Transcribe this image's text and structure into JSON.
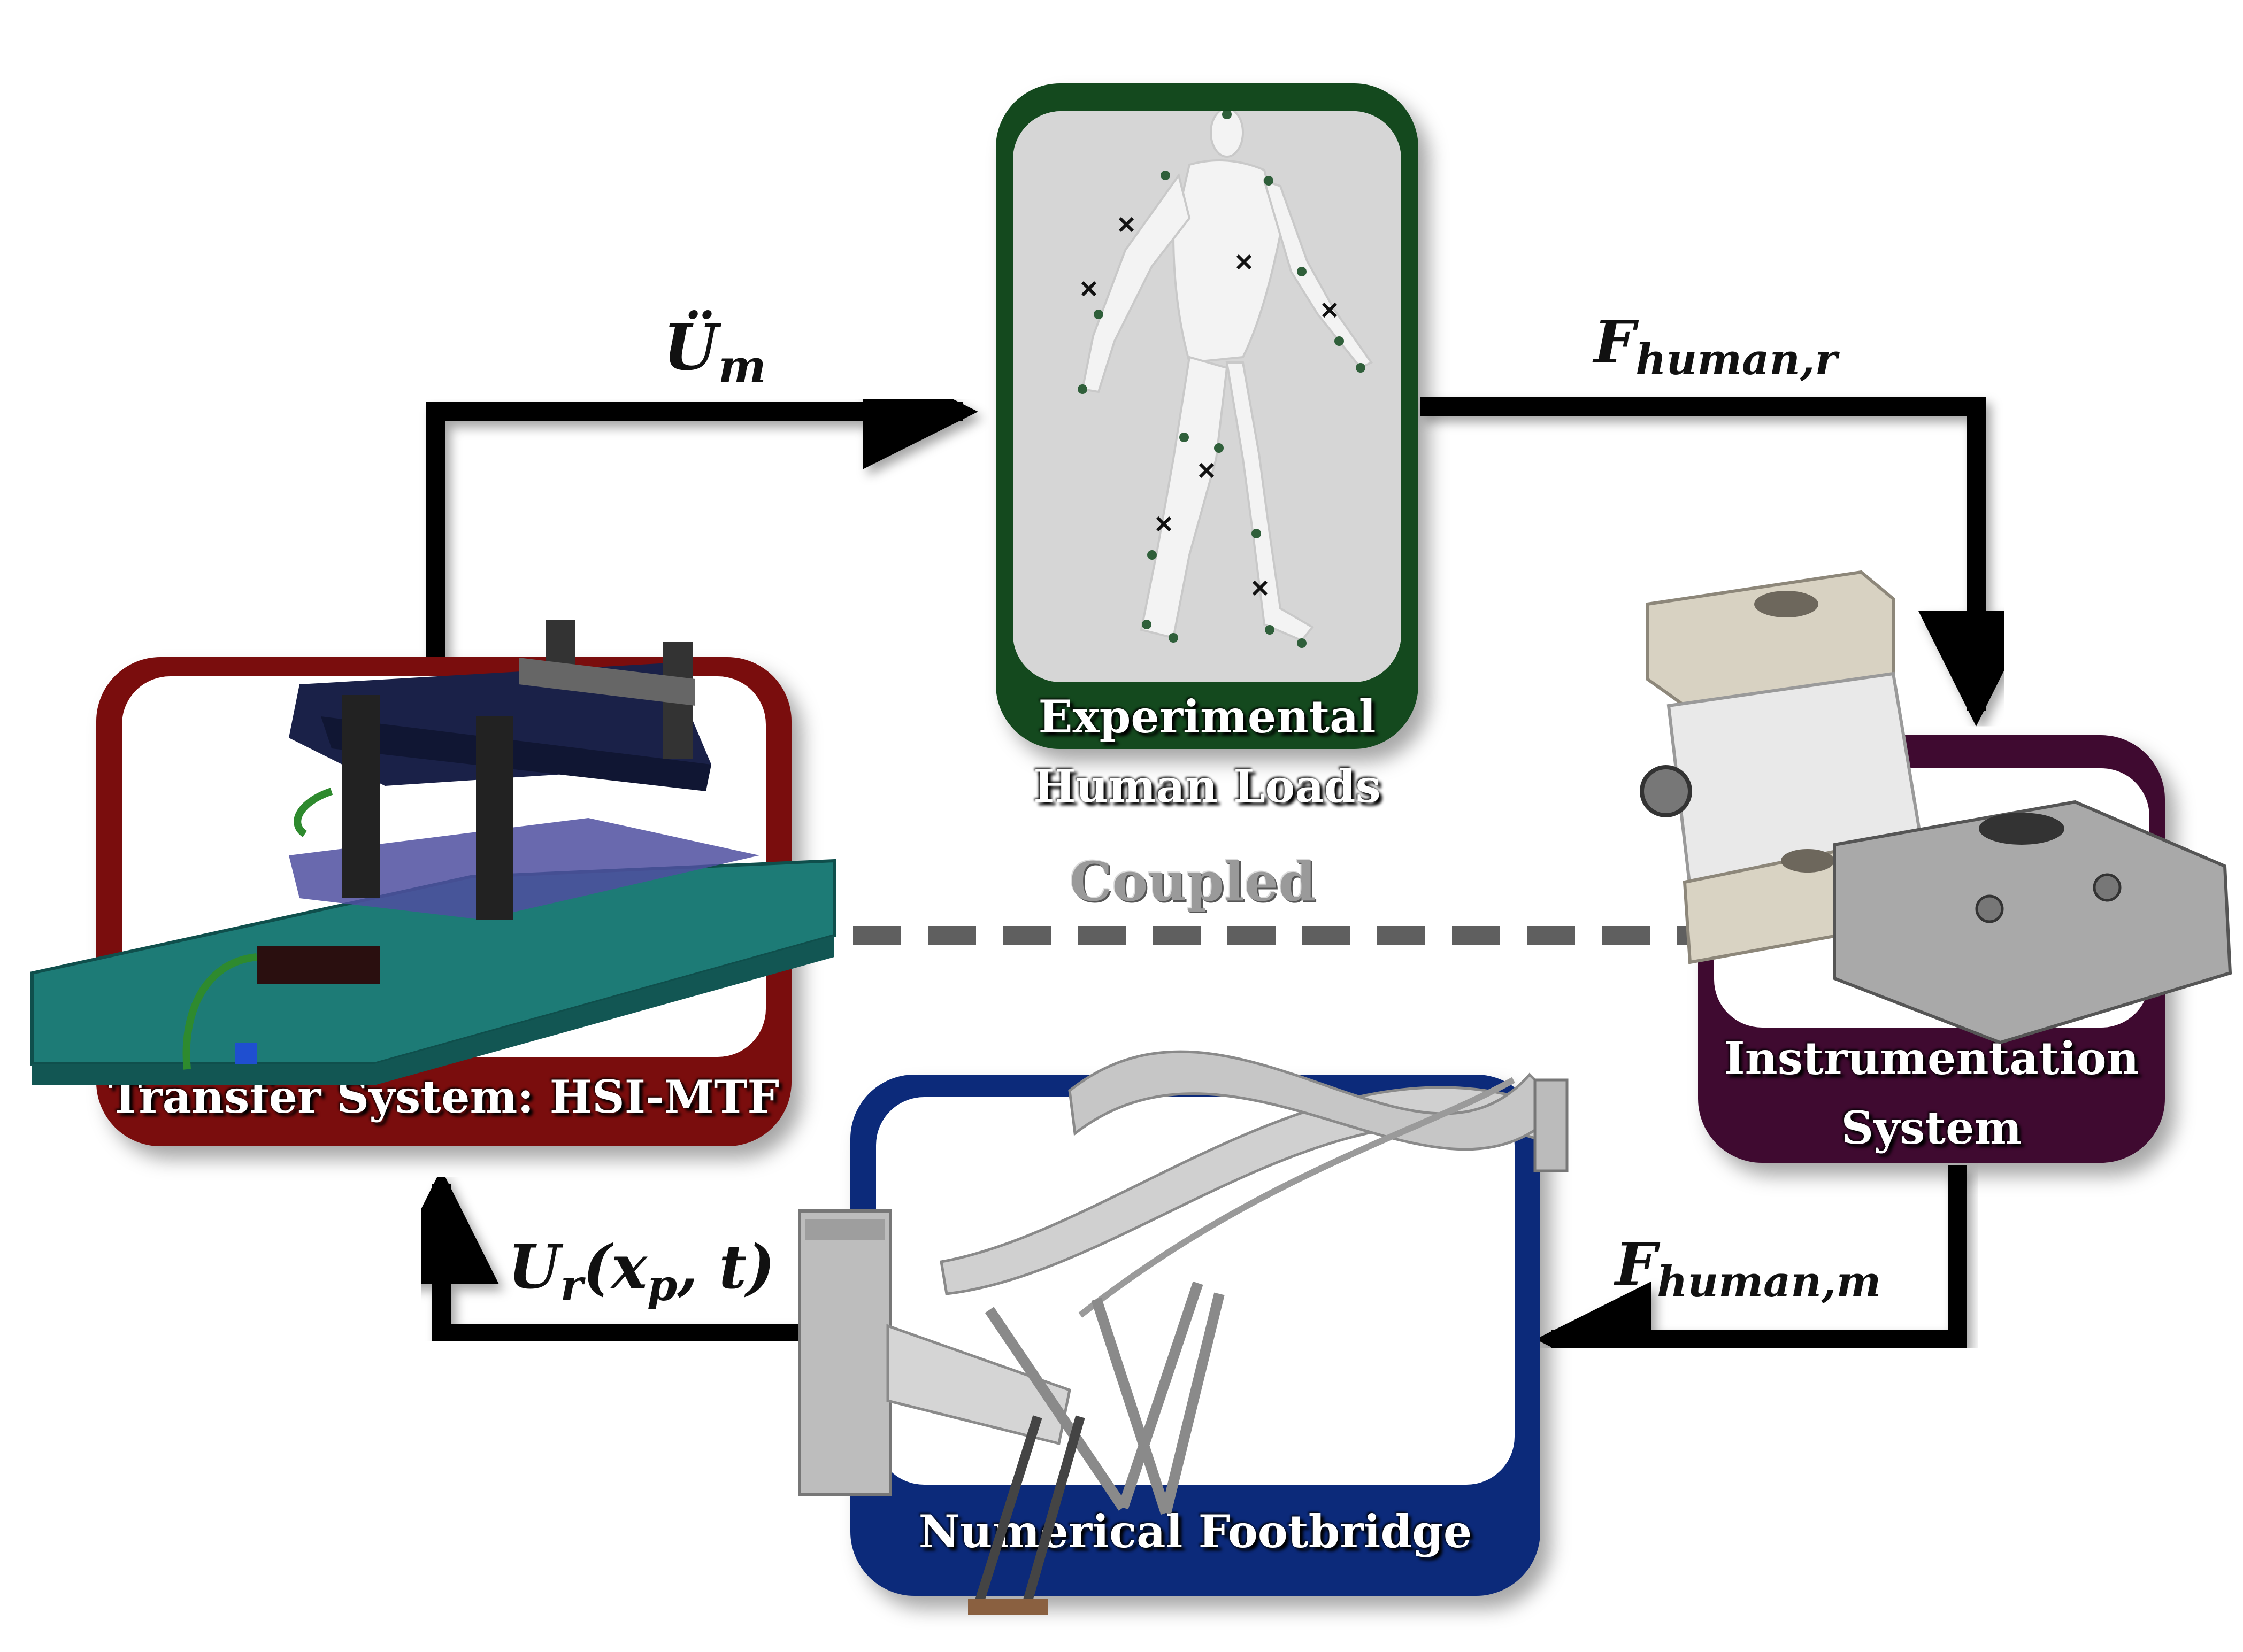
{
  "boxes": {
    "human": {
      "title_line1": "Experimental",
      "title_line2": "Human Loads",
      "color": "#14491e"
    },
    "transfer": {
      "title": "Transfer System: HSI-MTF",
      "color": "#7a0d0d"
    },
    "instrumentation": {
      "title_line1": "Instrumentation",
      "title_line2": "System",
      "color": "#3f0a30"
    },
    "footbridge": {
      "title": "Numerical Footbridge",
      "color": "#0c2a7a"
    }
  },
  "signals": {
    "um": {
      "symbol": "Ü",
      "sub": "m"
    },
    "fhr": {
      "symbol": "F",
      "sub": "human,r"
    },
    "fhm": {
      "symbol": "F",
      "sub": "human,m"
    },
    "ur": {
      "symbol": "U",
      "sub_r": "r",
      "paren_open": "(",
      "x": "x",
      "sub_p": "p",
      "rest": ", t)"
    }
  },
  "link": {
    "label": "Coupled"
  }
}
